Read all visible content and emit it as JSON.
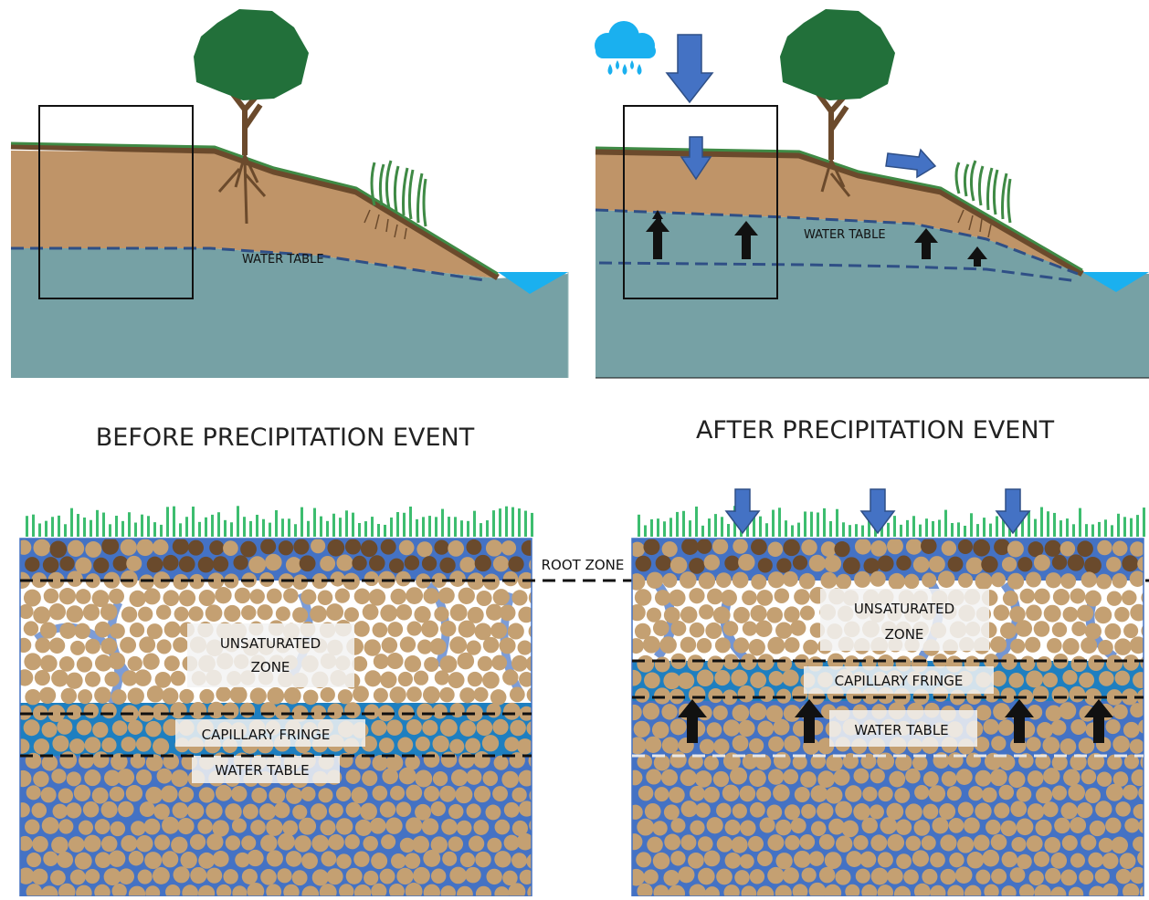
{
  "titles": {
    "before": "BEFORE PRECIPITATION EVENT",
    "after": "AFTER PRECIPITATION EVENT"
  },
  "labels": {
    "water_table_top_left": "WATER TABLE",
    "water_table_top_right": "WATER TABLE",
    "root_zone": "ROOT ZONE",
    "unsaturated_1": "UNSATURATED",
    "unsaturated_2": "ZONE",
    "capillary_fringe": "CAPILLARY FRINGE",
    "water_table_bottom": "WATER TABLE"
  },
  "colors": {
    "soil": "#bf9468",
    "groundwater": "#76a1a5",
    "topsoil_line": "#6b4a2c",
    "grass": "#3f8a45",
    "tree": "#22703a",
    "trunk": "#6b4a2c",
    "stream": "#1ab0ef",
    "arrow_blue": "#4472c4",
    "water_blue": "#4472c4",
    "fringe_blue": "#1e7fc0",
    "grain": "#c4a072",
    "dark_grain": "#6a4a2c",
    "blade": "#3dbd6f",
    "label_box": "#f3f3f3"
  },
  "icons": [
    "rain-cloud-icon",
    "down-arrow-icon",
    "right-arrow-icon",
    "up-arrow-icon"
  ]
}
